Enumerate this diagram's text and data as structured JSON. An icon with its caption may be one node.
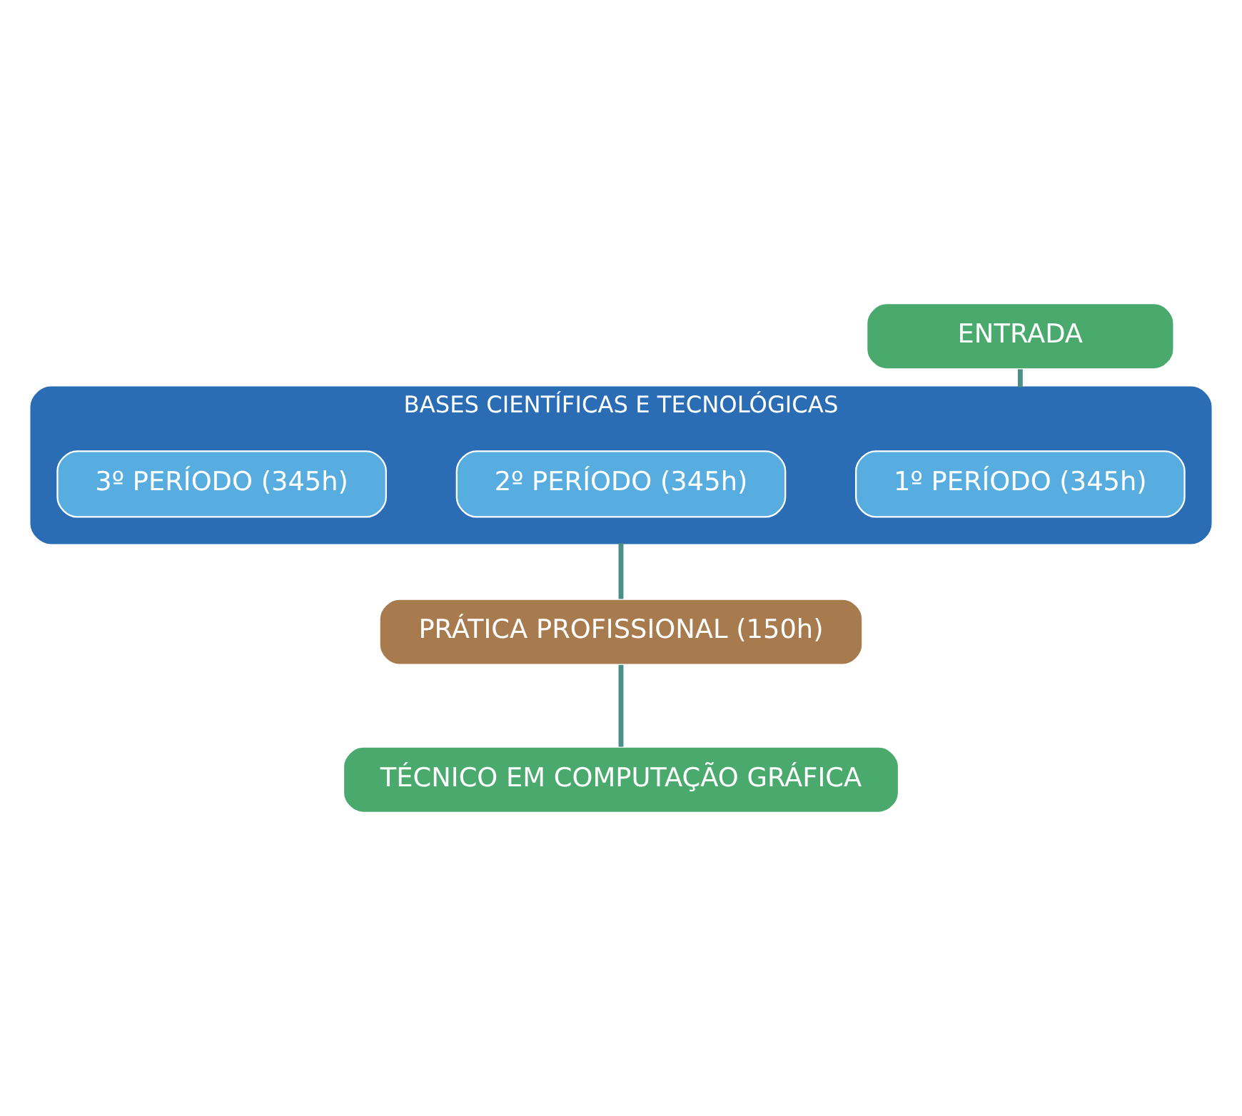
{
  "diagram": {
    "nodes": [
      {
        "text": [
          "ENTRADA"
        ]
      },
      {
        "text": [
          "BASES CIENTÍFICAS E TECNOLÓGICAS"
        ]
      },
      {
        "text": [
          "1º PERÍODO (345h)"
        ],
        "in": 1
      },
      {
        "text": [
          "2º PERÍODO (345h)"
        ],
        "in": 1
      },
      {
        "text": [
          "3º PERÍODO (345h)"
        ],
        "in": 1
      },
      {
        "text": [
          "PRÁTICA PROFISSIONAL (150h)"
        ]
      },
      {
        "text": [
          "TÉCNICO EM COMPUTAÇÃO GRÁFICA"
        ]
      }
    ],
    "edges": [
      {
        "from": 0,
        "to": 1,
        "arrow": "none"
      },
      {
        "from": 1,
        "to": 5,
        "arrow": "none"
      },
      {
        "from": 5,
        "to": 6,
        "arrow": "none"
      }
    ]
  }
}
